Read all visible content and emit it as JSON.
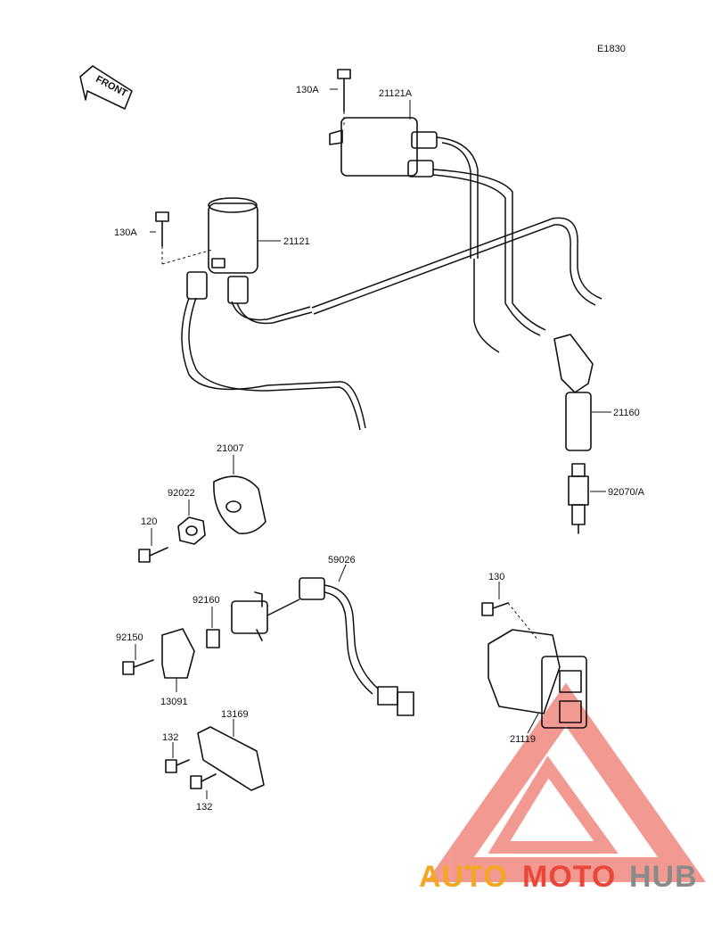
{
  "diagram_code": "E1830",
  "front_arrow_text": "FRONT",
  "labels": {
    "l130a_top": "130A",
    "l21121a": "21121A",
    "l130a_left": "130A",
    "l21121": "21121",
    "l21160": "21160",
    "l21007": "21007",
    "l92022": "92022",
    "l120": "120",
    "l92070a": "92070/A",
    "l59026": "59026",
    "l130": "130",
    "l92160": "92160",
    "l92150": "92150",
    "l13091": "13091",
    "l13169": "13169",
    "l132a": "132",
    "l132b": "132",
    "l21119": "21119"
  },
  "watermark": {
    "part1": "AUTO",
    "part2": "MOTO",
    "part3": "HUB",
    "color_orange": "#f5a623",
    "color_red": "#e8473a",
    "color_gray": "#8a8a8a"
  }
}
